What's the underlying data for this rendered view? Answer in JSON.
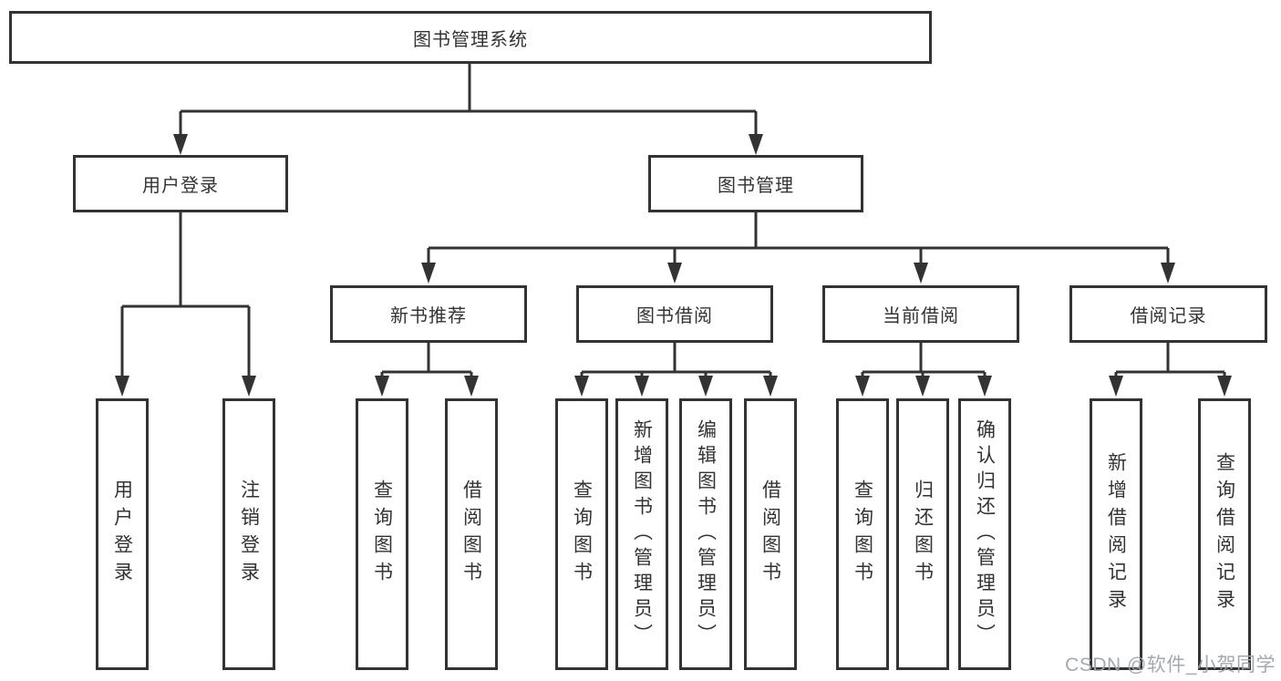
{
  "diagram": {
    "nodes": {
      "root": "图书管理系统",
      "user_login": "用户登录",
      "book_mgmt": "图书管理",
      "user_login_leaf": "用户登录",
      "logout_leaf": "注销登录",
      "new_book_rec": "新书推荐",
      "book_borrow": "图书借阅",
      "current_borrow": "当前借阅",
      "borrow_record": "借阅记录",
      "rec_query_book": "查询图书",
      "rec_borrow_book": "借阅图书",
      "bb_query_book": "查询图书",
      "bb_add_book": "新增图书（管理员）",
      "bb_edit_book": "编辑图书（管理员）",
      "bb_borrow_book": "借阅图书",
      "cb_query_book": "查询图书",
      "cb_return_book": "归还图书",
      "cb_confirm_return": "确认归还（管理员）",
      "br_add_record": "新增借阅记录",
      "br_query_record": "查询借阅记录"
    },
    "colors": {
      "line": "#333333",
      "box_border": "#333333",
      "text": "#333333",
      "background": "#ffffff"
    }
  },
  "watermark": {
    "text": "CSDN @软件_小贺同学"
  }
}
